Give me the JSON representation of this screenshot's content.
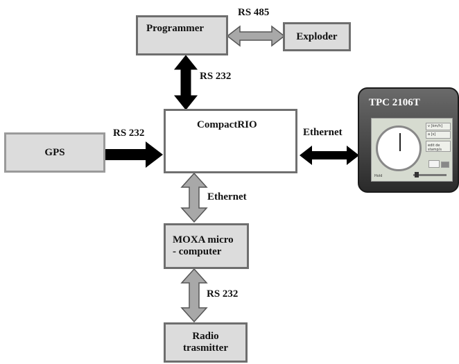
{
  "diagram": {
    "nodes": {
      "programmer": "Programmer",
      "exploder": "Exploder",
      "compactrio": "CompactRIO",
      "gps": "GPS",
      "moxa_line1": "MOXA  micro",
      "moxa_line2": "- computer",
      "radio_line1": "Radio",
      "radio_line2": "trasmitter",
      "tpc": "TPC 2106T"
    },
    "links": {
      "programmer_exploder": "RS 485",
      "programmer_compactrio": "RS 232",
      "gps_compactrio": "RS 232",
      "compactrio_tpc": "Ethernet",
      "compactrio_moxa": "Ethernet",
      "moxa_radio": "RS 232"
    },
    "tpc_screen": {
      "field1": "v [km/h]",
      "field2": "a [s]",
      "field3": "edit de stamp/s",
      "footer": "Hold"
    }
  },
  "colors": {
    "box_fill": "#dcdcdc",
    "box_border": "#6e6e6e",
    "arrow_dark": "#000000",
    "arrow_gray": "#a8a8a8",
    "panel_dark": "#3a3a3a"
  }
}
